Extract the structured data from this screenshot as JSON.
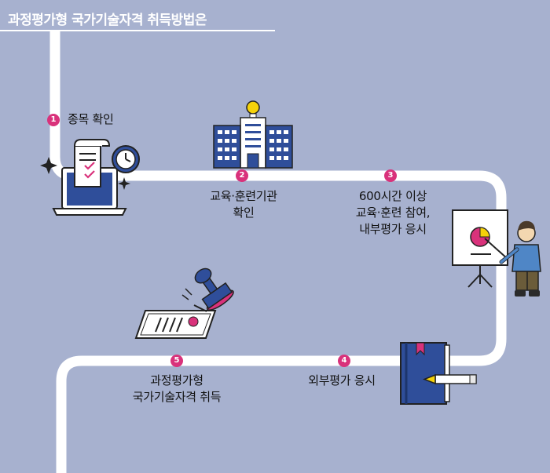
{
  "title": "과정평가형 국가기술자격 취득방법은",
  "steps": [
    {
      "number": "1",
      "label": "종목 확인"
    },
    {
      "number": "2",
      "label": "교육·훈련기관\n확인"
    },
    {
      "number": "3",
      "label": "600시간 이상\n교육·훈련 참여,\n내부평가 응시"
    },
    {
      "number": "4",
      "label": "외부평가 응시"
    },
    {
      "number": "5",
      "label": "과정평가형\n국가기술자격 취득"
    }
  ],
  "colors": {
    "background": "#a7b1cf",
    "path": "#ffffff",
    "badge": "#d9327b",
    "icon_blue": "#2f4e9a"
  }
}
